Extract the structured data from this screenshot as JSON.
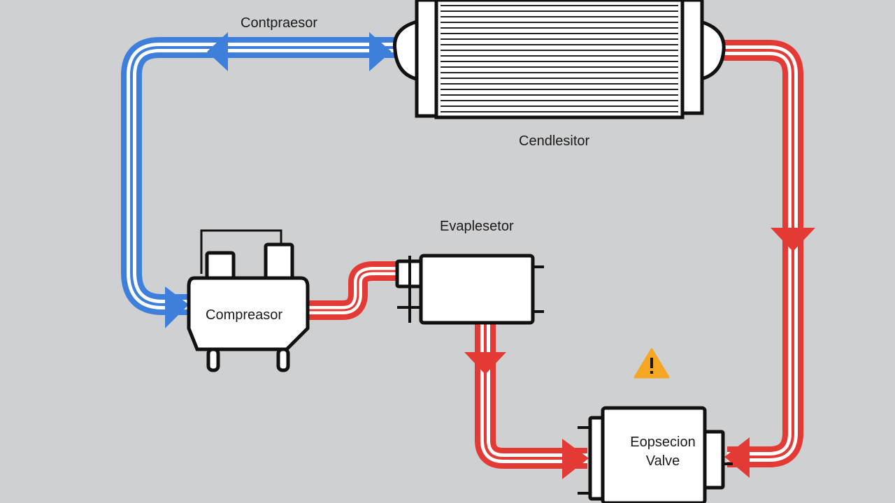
{
  "labels": {
    "top_compressor": "Contpraesor",
    "condenser": "Cendlesitor",
    "evaporator": "Evaplesetor",
    "compressor": "Compreasor",
    "valve_line1": "Eopsecion",
    "valve_line2": "Valve"
  },
  "icons": {
    "warning": "warning-triangle-icon"
  },
  "colors": {
    "background": "#cfd0d2",
    "cold_line": "#3f7fdc",
    "hot_line": "#e43a36",
    "warning": "#f5a623",
    "outline": "#111111"
  }
}
